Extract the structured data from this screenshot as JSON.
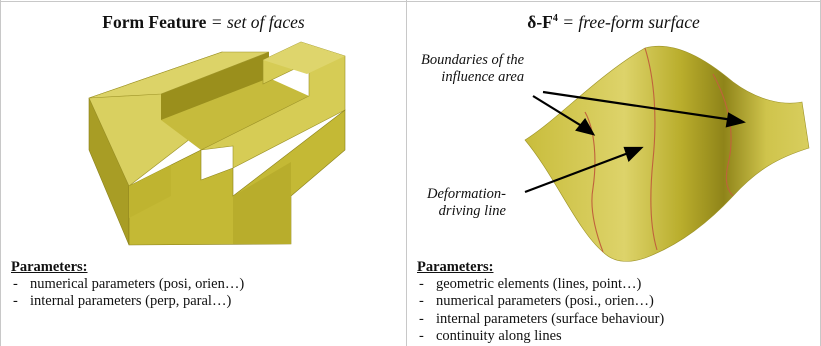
{
  "left_panel": {
    "title_bold": "Form Feature",
    "title_rest": " = set of faces",
    "params_heading": "Parameters:",
    "params": [
      "numerical parameters (posi, orien…)",
      "internal parameters (perp, paral…)"
    ]
  },
  "right_panel": {
    "title_bold": "δ-F",
    "title_sup": "4",
    "title_rest": " = free-form surface",
    "annotation_boundaries": [
      "Boundaries of the",
      "influence area"
    ],
    "annotation_line": [
      "Deformation-",
      "driving line"
    ],
    "params_heading": "Parameters:",
    "params": [
      "geometric elements (lines, point…)",
      "numerical parameters (posi., orien…)",
      "internal parameters (surface behaviour)",
      "continuity along lines"
    ]
  },
  "colors": {
    "solid_top": "#d9d060",
    "solid_front": "#c4b935",
    "solid_side": "#a49a22",
    "surface": "#d3c84a",
    "red_line": "#c0623c",
    "border": "#c8c8c8"
  }
}
